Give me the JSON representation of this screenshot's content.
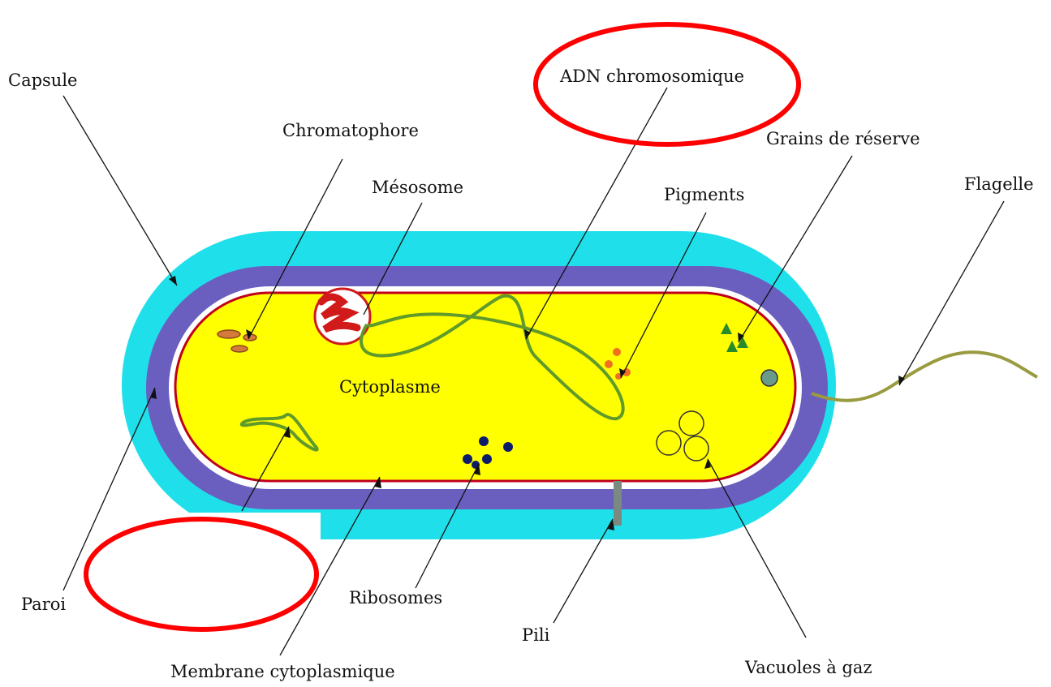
{
  "diagram": {
    "labels": {
      "capsule": "Capsule",
      "chromatophore": "Chromatophore",
      "mesosome": "Mésosome",
      "adn": "ADN chromosomique",
      "grains": "Grains de réserve",
      "pigments": "Pigments",
      "flagelle": "Flagelle",
      "cytoplasme": "Cytoplasme",
      "paroi": "Paroi",
      "ribosomes": "Ribosomes",
      "pili": "Pili",
      "vacuoles": "Vacuoles à gaz",
      "membrane": "Membrane cytoplasmique"
    },
    "colors": {
      "capsule": "#1fe0ea",
      "paroi": "#6a5fbf",
      "cytoplasme": "#ffff00",
      "membrane": "#c0001a",
      "adn": "#5f9a2b",
      "highlight": "#ff0000"
    }
  }
}
